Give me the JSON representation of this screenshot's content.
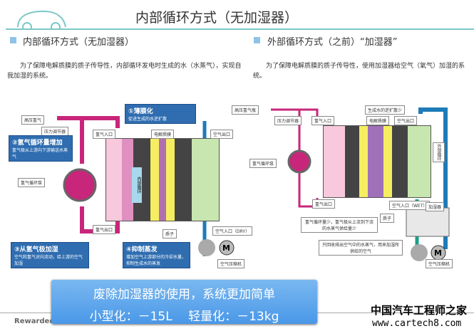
{
  "title": "内部循环方式（无加湿器）",
  "left": {
    "heading": "内部循环方式（无加湿器）",
    "desc": "为了保障电解质膜的质子传导性，内部循环发电时生成的水（水蒸气），实现自我加湿的系统。",
    "labels": {
      "h2_tank": "高压氢气",
      "regulator": "压力调节器",
      "h2_in": "氢气入口",
      "membrane": "电解质膜",
      "air_out": "空气出口",
      "pump": "氢气循环泵",
      "internal": "内部循环",
      "h2_out": "氢气出口",
      "proton": "质子",
      "air_in": "空气入口（DRY）",
      "compressor": "空气压缩机"
    },
    "callouts": [
      {
        "title": "①薄膜化",
        "text": "促进生成的水逆扩散"
      },
      {
        "title": "②氢气循环量增加",
        "text": "氢气极从上游向下游输送水蒸气"
      },
      {
        "title": "③从氢气极加湿",
        "text": "空气和氢气对向流动，给上游的空气加湿"
      },
      {
        "title": "④抑制蒸发",
        "text": "增加空气上游部分的冷却水量，抑制生成水的蒸发"
      }
    ]
  },
  "right": {
    "heading": "外部循环方式（之前）“加湿器”",
    "desc": "为了保障电解质膜的质子传导性，使用加湿器给空气（氧气）加湿的系统。",
    "labels": {
      "h2_tank": "高压氢气瓶",
      "regulator": "压力调节器",
      "h2_in": "氢气入口",
      "backdiff": "生成水的逆扩散少",
      "membrane": "电解质膜",
      "air_out": "空气出口",
      "pump": "氢气循环泵",
      "external": "外部循环",
      "h2_out": "氢气出口",
      "air_in": "空气入口（WET）",
      "humidifier": "加湿器",
      "proton": "质子",
      "note1": "氢气循环量少，氢气极从上流到下流的水蒸气供给量少",
      "note2": "只回收排出空气中的水蒸气，用来加湿所供给的空气",
      "compressor": "空气压缩机"
    }
  },
  "banner": {
    "line1": "废除加湿器的使用，系统更加简单",
    "line2": "小型化：－15L　 轻量化：－13kg"
  },
  "footer": {
    "left": "Rewarded",
    "watermark_cn": "中国汽车工程师之家",
    "watermark_url": "www.cartech8.com"
  }
}
